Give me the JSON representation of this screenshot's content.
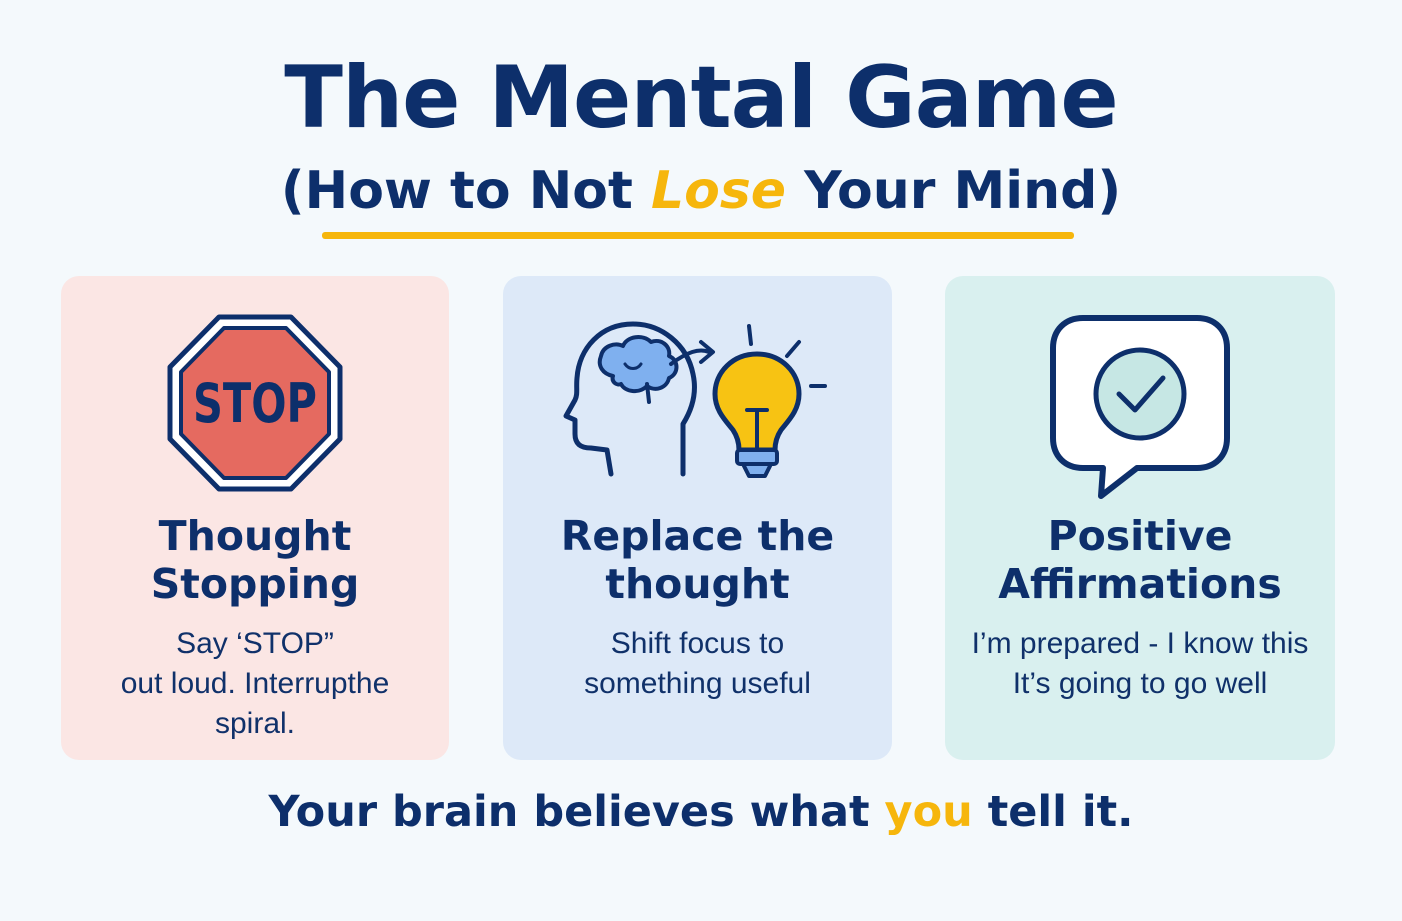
{
  "header": {
    "title": "The Mental Game",
    "subtitle_before": "(How to Not ",
    "subtitle_accent": "Lose",
    "subtitle_after": " Your Mind)"
  },
  "cards": [
    {
      "title_lines": [
        "Thought",
        "Stopping"
      ],
      "desc_lines": [
        "Say ‘STOP”",
        "out loud. Interrupthe",
        "spiral."
      ],
      "icon": "stop-sign-icon",
      "icon_text": "STOP",
      "background": "#fbe6e4"
    },
    {
      "title_lines": [
        "Replace the",
        "thought"
      ],
      "desc_lines": [
        "Shift focus to",
        "something useful"
      ],
      "icon": "head-lightbulb-icon",
      "background": "#dde9f8"
    },
    {
      "title_lines": [
        "Positive",
        "Affirmations"
      ],
      "desc_lines": [
        "I’m prepared - I know this",
        "It’s going to go well"
      ],
      "icon": "speech-bubble-check-icon",
      "background": "#d9f0ef"
    }
  ],
  "footer": {
    "before": "Your brain believes what ",
    "accent": "you",
    "after": " tell it."
  },
  "colors": {
    "navy": "#0d2f6b",
    "accent_yellow": "#f6b60c",
    "stop_red": "#e56a60",
    "brain_blue": "#7fb0ef",
    "bulb_yellow": "#f7c313"
  }
}
